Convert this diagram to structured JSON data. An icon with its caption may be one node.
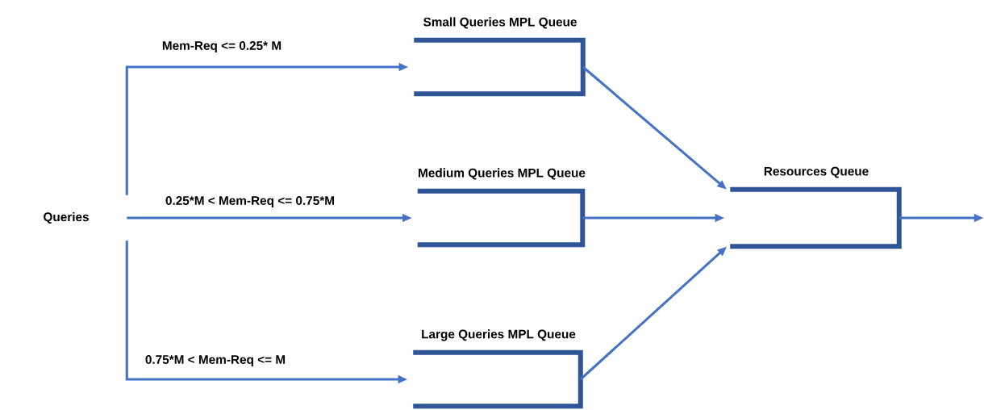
{
  "diagram": {
    "nodes": [
      {
        "text": [
          "Queries"
        ]
      },
      {
        "text": [
          "Small Queries MPL Queue"
        ]
      },
      {
        "text": [
          "Medium  Queries MPL Queue"
        ]
      },
      {
        "text": [
          "Large Queries MPL Queue"
        ]
      },
      {
        "text": [
          "Resources Queue"
        ]
      }
    ],
    "edges": [
      {
        "from": 0,
        "to": 1,
        "arrow": "to",
        "label": "Mem-Req <= 0.25* M"
      },
      {
        "from": 0,
        "to": 2,
        "arrow": "to",
        "label": "0.25*M < Mem-Req <= 0.75*M"
      },
      {
        "from": 0,
        "to": 3,
        "arrow": "to",
        "label": "0.75*M < Mem-Req <= M"
      },
      {
        "from": 1,
        "to": 4,
        "arrow": "to"
      },
      {
        "from": 2,
        "to": 4,
        "arrow": "to"
      },
      {
        "from": 3,
        "to": 4,
        "arrow": "to"
      },
      {
        "from": 4,
        "to": null,
        "arrow": "to"
      }
    ]
  }
}
